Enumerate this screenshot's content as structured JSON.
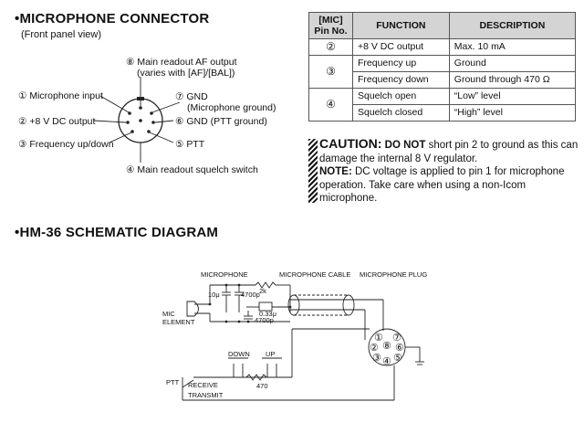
{
  "connector": {
    "title": "•MICROPHONE CONNECTOR",
    "subtitle": "(Front panel view)",
    "pins": {
      "p1": "① Microphone input",
      "p2": "② +8 V DC output",
      "p3": "③ Frequency up/down",
      "p4": "④ Main readout squelch switch",
      "p5": "⑤ PTT",
      "p6": "⑥ GND (PTT ground)",
      "p7a": "⑦ GND",
      "p7b": "(Microphone ground)",
      "p8a": "⑧ Main readout AF output",
      "p8b": "(varies with [AF]/[BAL])"
    }
  },
  "table": {
    "headers": {
      "pin_line1": "[MIC]",
      "pin_line2": "Pin No.",
      "function": "FUNCTION",
      "description": "DESCRIPTION"
    },
    "rows": [
      {
        "pin": "②",
        "function": "+8 V DC output",
        "description": "Max. 10 mA"
      },
      {
        "pin": "③",
        "function": "Frequency up",
        "description": "Ground"
      },
      {
        "pin": "",
        "function": "Frequency down",
        "description": "Ground through 470 Ω"
      },
      {
        "pin": "④",
        "function": "Squelch open",
        "description": "“Low” level"
      },
      {
        "pin": "",
        "function": "Squelch closed",
        "description": "“High” level"
      }
    ]
  },
  "caution": {
    "caution_label": "CAUTION:",
    "do_not": "DO NOT",
    "caution_text": " short pin 2 to ground as this can damage the internal 8 V regulator.",
    "note_label": "NOTE:",
    "note_text": " DC voltage is applied to pin 1 for microphone operation. Take care when using a non-Icom microphone."
  },
  "schematic": {
    "title": "•HM-36 SCHEMATIC DIAGRAM",
    "labels": {
      "microphone": "MICROPHONE",
      "cable": "MICROPHONE CABLE",
      "plug": "MICROPHONE PLUG",
      "mic_element_1": "MIC",
      "mic_element_2": "ELEMENT",
      "c10u": "10μ",
      "c4700a": "4700p",
      "r2k": "2k",
      "c033": "0.33μ",
      "c4700b": "4700p",
      "down": "DOWN",
      "up": "UP",
      "r470": "470",
      "ptt": "PTT",
      "receive": "RECEIVE",
      "transmit": "TRANSMIT"
    },
    "plug_pins": [
      "①",
      "②",
      "③",
      "④",
      "⑤",
      "⑥",
      "⑦",
      "⑧"
    ]
  }
}
